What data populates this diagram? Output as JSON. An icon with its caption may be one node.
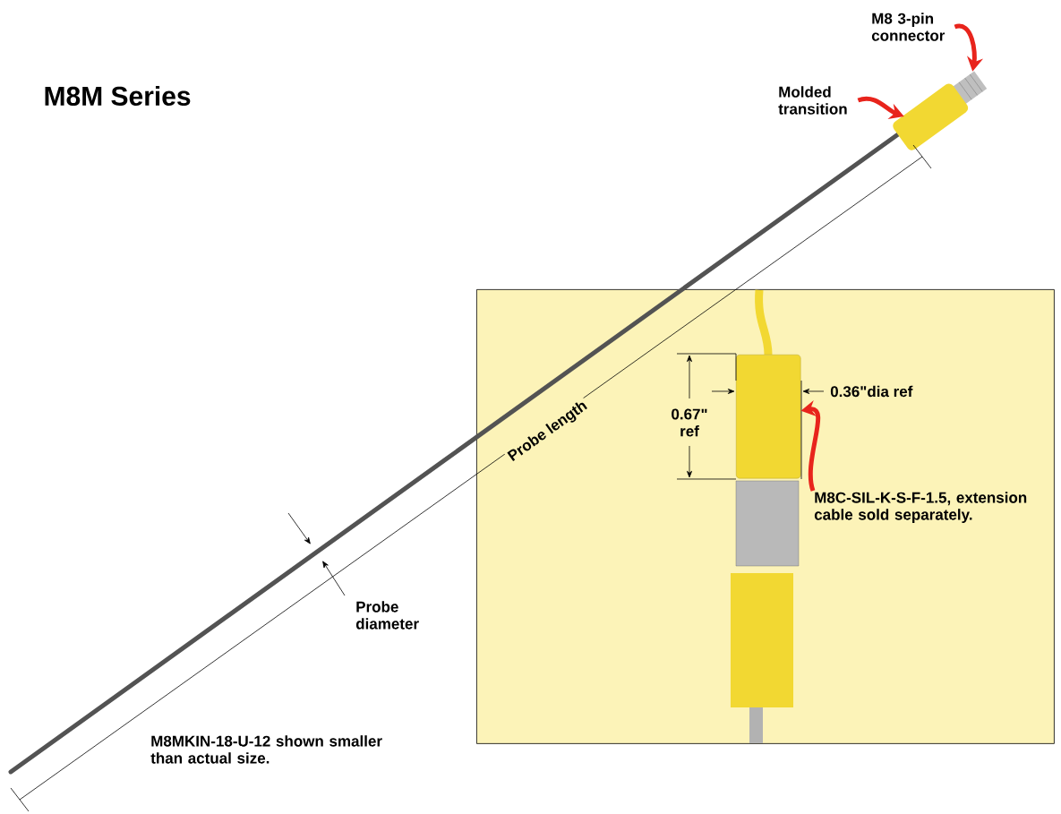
{
  "diagram": {
    "title": "M8M Series",
    "nodes": [
      {
        "text": [
          "M8 3-pin connector"
        ]
      },
      {
        "text": [],
        "shape": "picture"
      },
      {
        "text": [
          "Molded transition"
        ]
      },
      {
        "text": [],
        "shape": "picture"
      },
      {
        "text": [],
        "shape": "box"
      },
      {
        "text": [
          "M8C-SIL-K-S-F-1.5, extension cable sold separately."
        ],
        "in": 4
      },
      {
        "text": [],
        "shape": "box",
        "in": 4
      }
    ],
    "edges": [
      {
        "from": 0,
        "to": 1,
        "arrow": "to"
      },
      {
        "from": 2,
        "to": 3,
        "arrow": "to"
      },
      {
        "from": 5,
        "to": 6,
        "arrow": "to"
      }
    ],
    "labels": [
      "Probe length",
      "Probe diameter",
      "0.67\" ref",
      "0.36\"dia ref",
      "M8MKIN-18-U-12 shown smaller than actual size."
    ]
  }
}
